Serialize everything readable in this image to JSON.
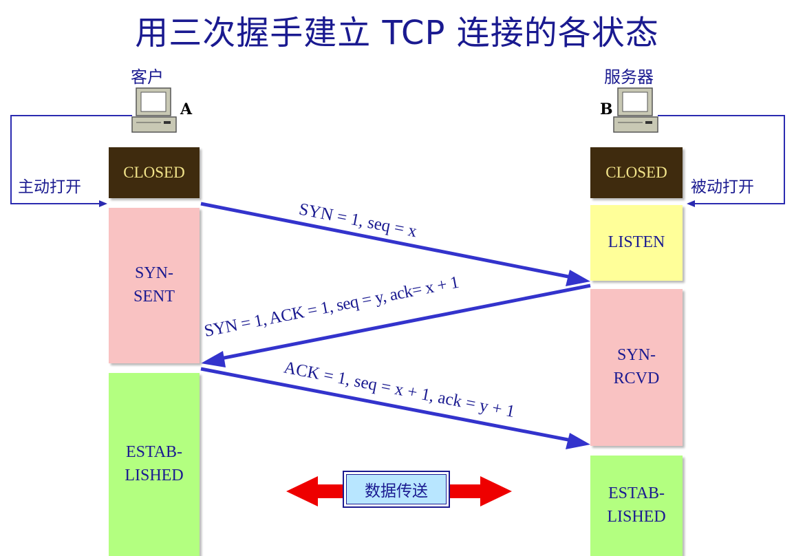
{
  "title": "用三次握手建立 TCP 连接的各状态",
  "client": {
    "label": "客户",
    "letter": "A",
    "open_label": "主动打开"
  },
  "server": {
    "label": "服务器",
    "letter": "B",
    "open_label": "被动打开"
  },
  "client_states": {
    "closed": "CLOSED",
    "syn_sent": "SYN-\nSENT",
    "established": "ESTAB-\nLISHED"
  },
  "server_states": {
    "closed": "CLOSED",
    "listen": "LISTEN",
    "syn_rcvd": "SYN-\nRCVD",
    "established": "ESTAB-\nLISHED"
  },
  "messages": {
    "syn": "SYN = 1, seq = x",
    "syn_ack": "SYN = 1, ACK = 1, seq = y, ack= x + 1",
    "ack": "ACK = 1, seq = x + 1, ack = y + 1"
  },
  "data_transfer": "数据传送",
  "colors": {
    "text": "#1a1a90",
    "arrow": "#3333cc",
    "closed_bg": "#3f2b0e",
    "listen_bg": "#ffff99",
    "syn_bg": "#f9c2c2",
    "established_bg": "#b3ff80",
    "data_arrow": "#ff0000",
    "data_box_bg": "#b8e6ff"
  }
}
